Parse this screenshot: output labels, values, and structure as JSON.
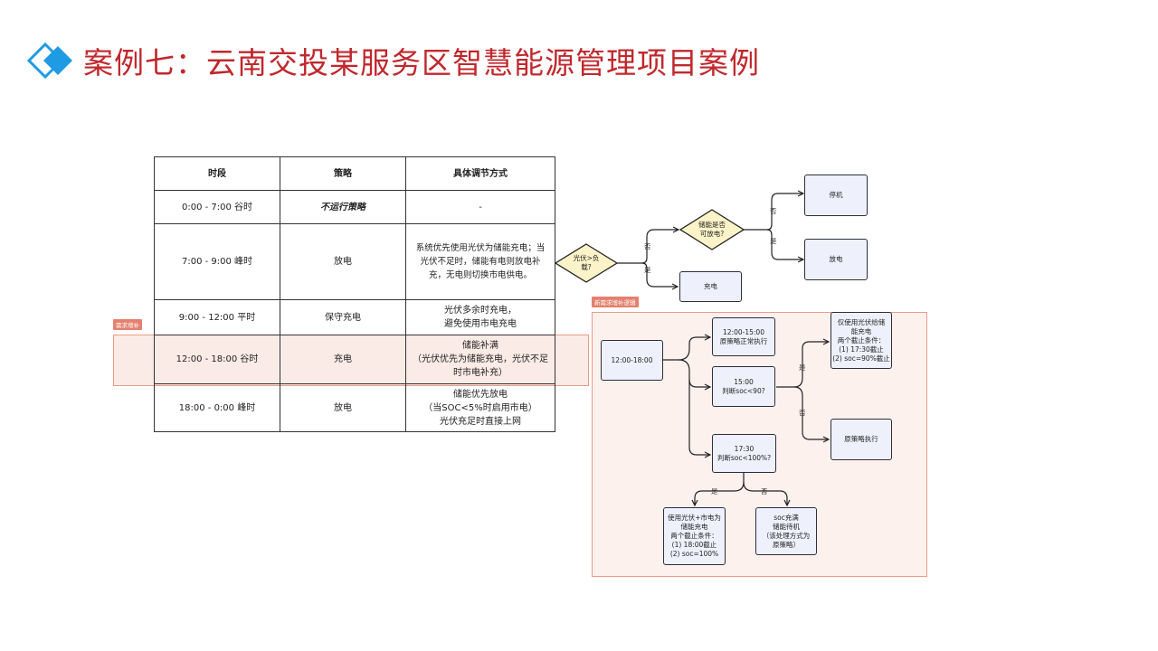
{
  "title": "案例七：云南交投某服务区智慧能源管理项目案例",
  "colors": {
    "title": "#c0282d",
    "icon_blue": "#1e9be3",
    "highlight": "#e5806f",
    "box_fill": "#eef1fb",
    "diamond_fill": "#fdf3c8"
  },
  "table": {
    "headers": [
      "时段",
      "策略",
      "具体调节方式"
    ],
    "rows": [
      {
        "period": "0:00 - 7:00 谷时",
        "strategy": "不运行策略",
        "method": "-"
      },
      {
        "period": "7:00 - 9:00 峰时",
        "strategy": "放电",
        "method": "系统优先使用光伏为储能充电；当\n光伏不足时，储能有电则放电补\n充，无电则切换市电供电。"
      },
      {
        "period": "9:00 - 12:00 平时",
        "strategy": "保守充电",
        "method": "光伏多余时充电，\n避免使用市电充电"
      },
      {
        "period": "12:00 - 18:00 谷时",
        "strategy": "充电",
        "method": "储能补满\n（光伏优先为储能充电，光伏不足\n时市电补充）"
      },
      {
        "period": "18:00 - 0:00 峰时",
        "strategy": "放电",
        "method": "储能优先放电\n（当SOC<5%时启用市电）\n光伏充足时直接上网"
      }
    ]
  },
  "tags": {
    "demand_supplement": "需求增补",
    "new_logic": "新需求增补逻辑"
  },
  "top_flow": {
    "diamond1": "光伏>负\n载?",
    "diamond2": "储能是否\n可放电?",
    "shutdown": "停机",
    "discharge": "放电",
    "charge": "充电",
    "no": "否",
    "yes": "是"
  },
  "bottom_flow": {
    "start": "12:00-18:00",
    "b1": "12:00-15:00\n原策略正常执行",
    "b2": "15:00\n判断soc<90?",
    "b3": "17:30\n判断soc<100%?",
    "b4": "仅使用光伏给储\n能充电\n两个截止条件：\n(1) 17:30截止\n(2) soc=90%截止",
    "b5": "原策略执行",
    "b6": "使用光伏+市电为\n储能充电\n两个截止条件：\n(1) 18:00截止\n(2) soc=100%",
    "b7": "soc充满\n储能待机\n（该处理方式为\n原策略）",
    "yes": "是",
    "no": "否"
  }
}
